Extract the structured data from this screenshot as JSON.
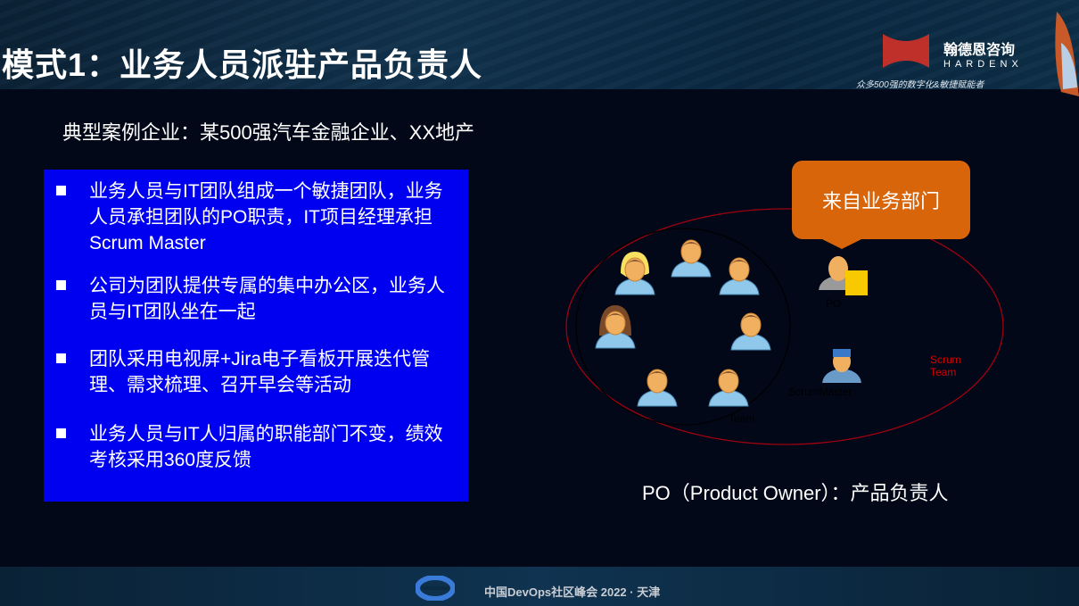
{
  "header": {
    "title": "模式1：业务人员派驻产品负责人",
    "brand_cn": "翰德恩咨询",
    "brand_en": "HARDENX",
    "brand_tagline": "众多500强的数字化&敏捷赋能者"
  },
  "subtitle": "典型案例企业：某500强汽车金融企业、XX地产",
  "bullets": [
    "业务人员与IT团队组成一个敏捷团队，业务人员承担团队的PO职责，IT项目经理承担Scrum Master",
    "公司为团队提供专属的集中办公区，业务人员与IT团队坐在一起",
    "团队采用电视屏+Jira电子看板开展迭代管理、需求梳理、召开早会等活动",
    "业务人员与IT人归属的职能部门不变，绩效考核采用360度反馈"
  ],
  "diagram": {
    "callout": "来自业务部门",
    "po_label": "PO",
    "sm_label": "ScrumMaster",
    "team_label": "Team",
    "scrum_team_label_1": "Scrum",
    "scrum_team_label_2": "Team"
  },
  "po_definition": "PO（Product Owner）：产品负责人",
  "footer": {
    "text": "中国DevOps社区峰会 2022 · 天津"
  },
  "colors": {
    "accent_blue": "#0000f0",
    "callout": "#d9650a",
    "scrum_red": "#d40000"
  }
}
